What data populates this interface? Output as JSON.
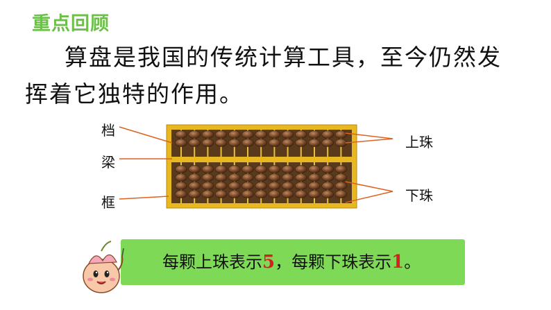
{
  "header": {
    "title": "重点回顾"
  },
  "intro": {
    "text": "算盘是我国的传统计算工具，至今仍然发挥着它独特的作用。"
  },
  "labels": {
    "rod": "档",
    "beam": "梁",
    "frame": "框",
    "upper_beads": "上珠",
    "lower_beads": "下珠"
  },
  "banner": {
    "part1": "每颗上珠表示",
    "value_upper": "5",
    "part2": "，每颗下珠表示",
    "value_lower": "1",
    "part3": "。"
  },
  "colors": {
    "title_green": "#6cc04a",
    "banner_green": "#7ed957",
    "frame_yellow": "#e8b820",
    "bead_brown": "#7a4a2a",
    "leader_orange": "#e06020",
    "number_red": "#d42020"
  },
  "icons": [
    "peach-mascot-icon"
  ]
}
